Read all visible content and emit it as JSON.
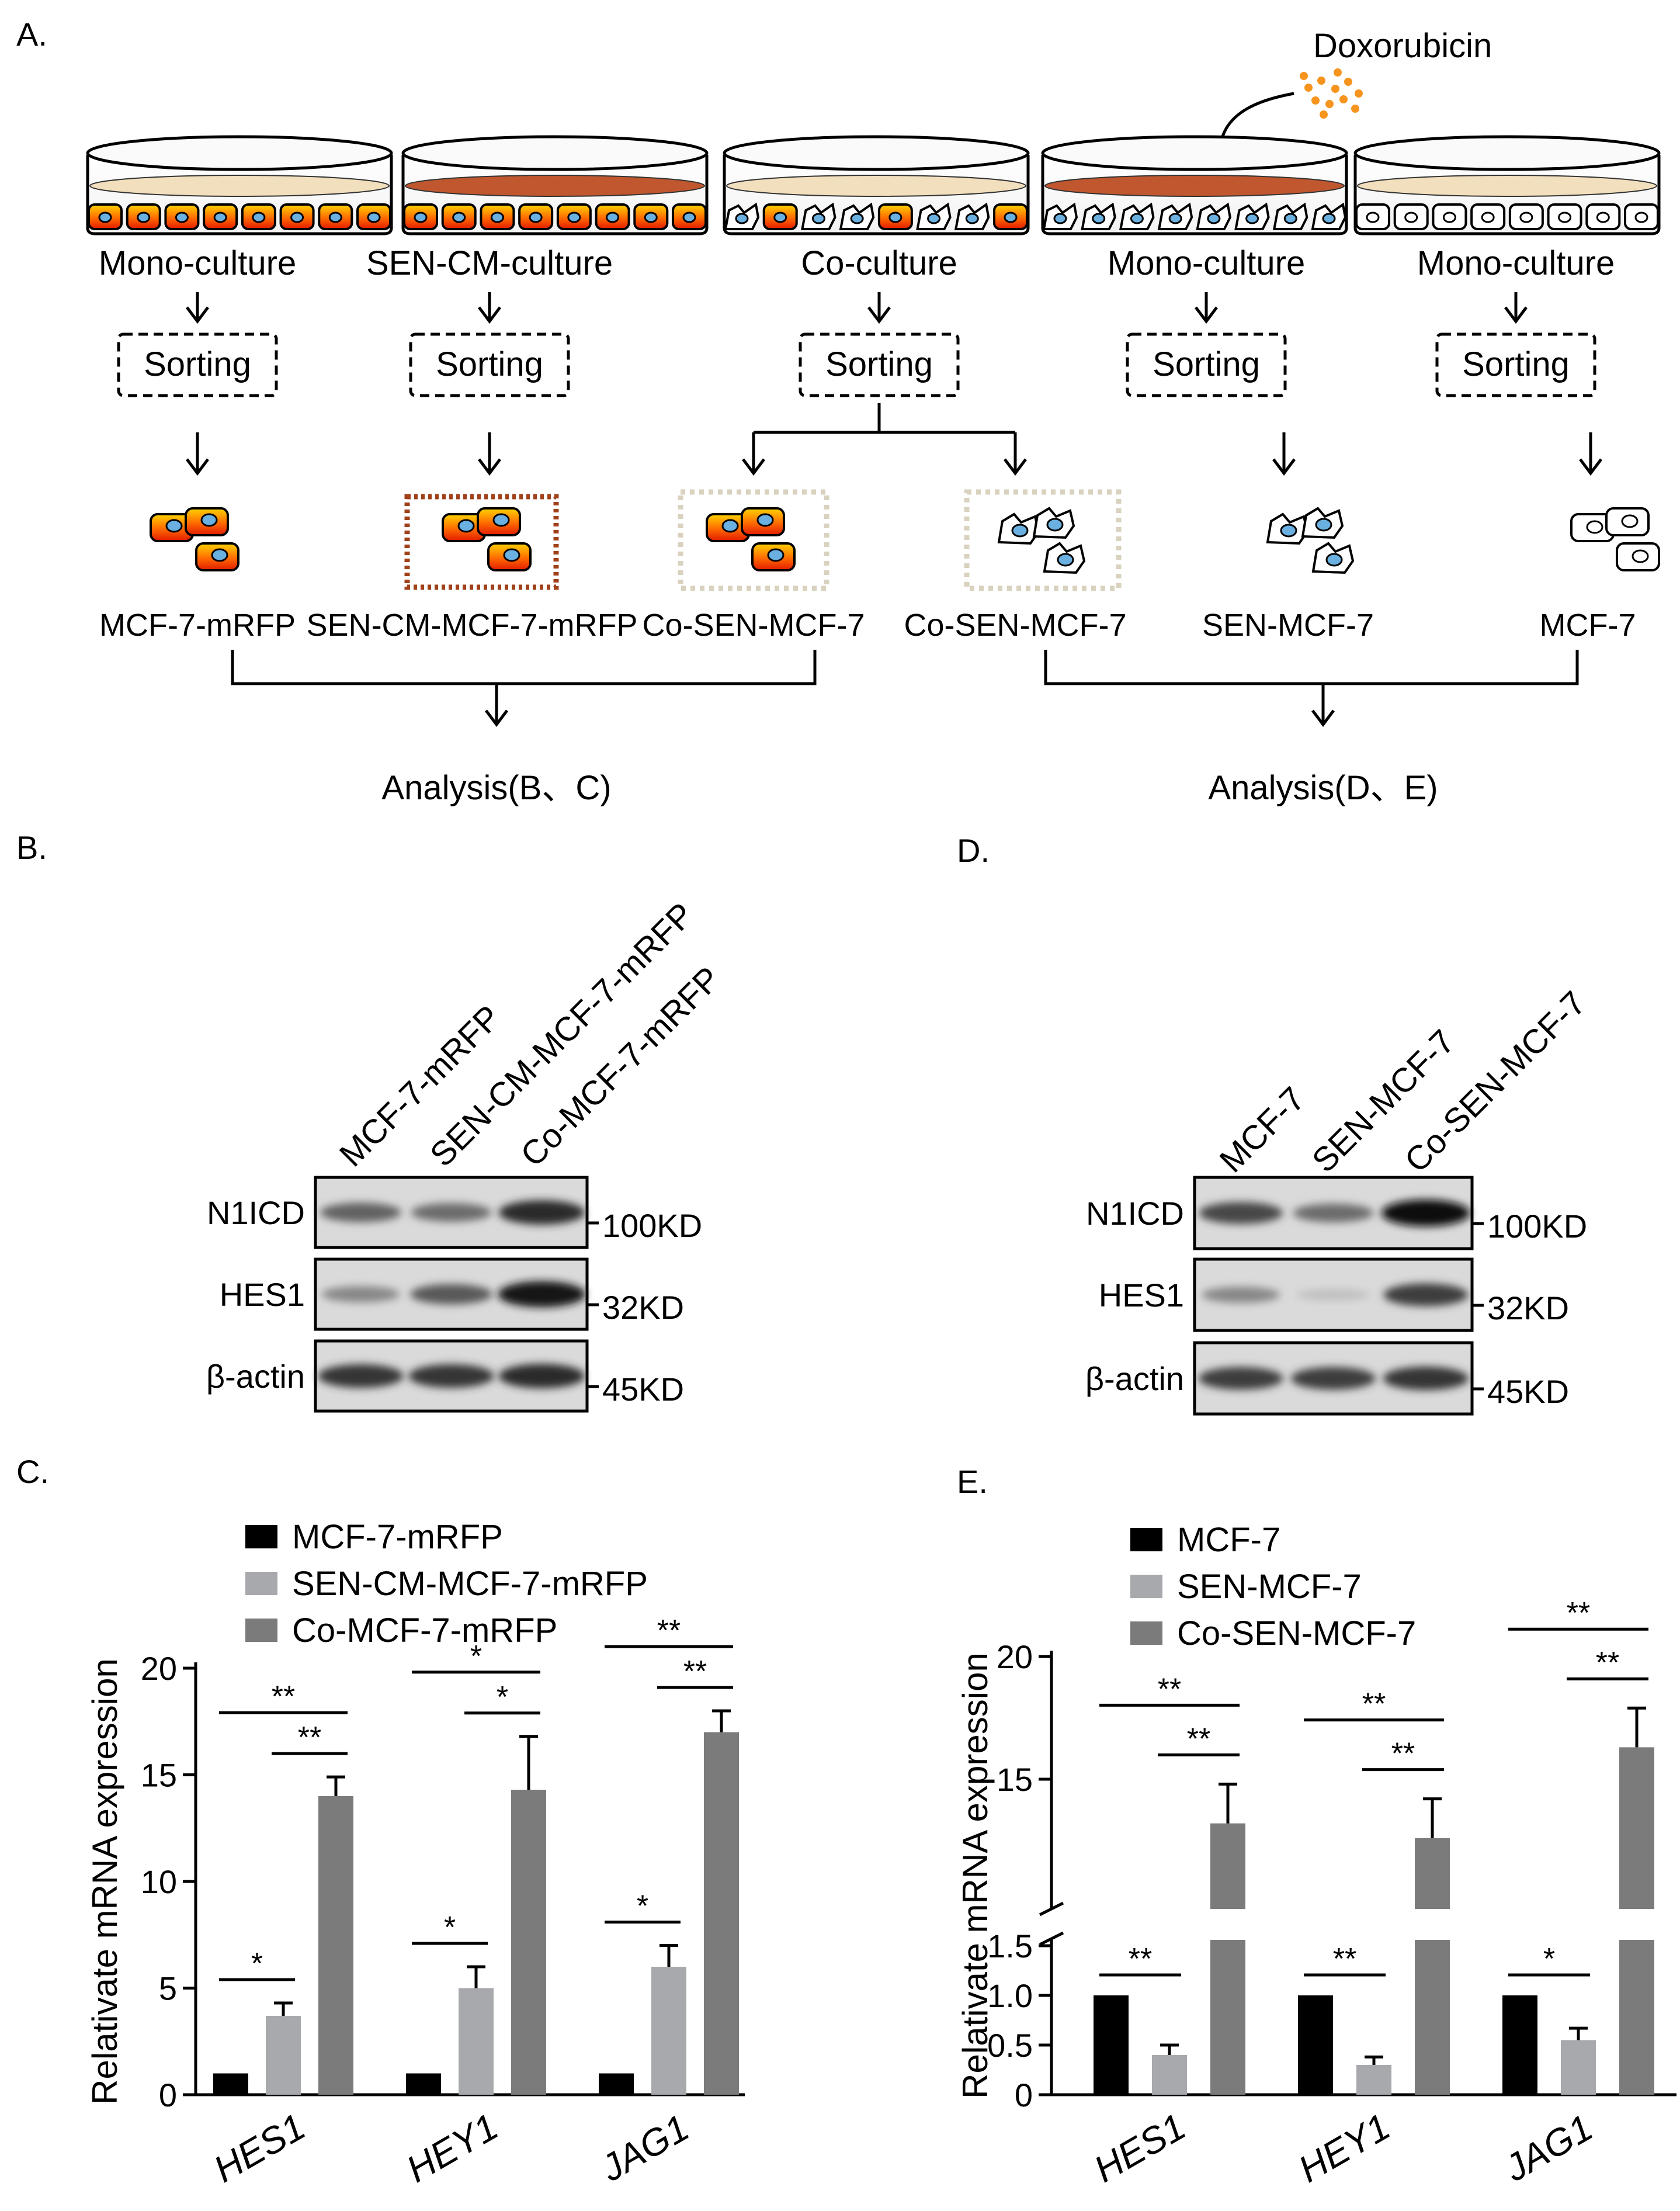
{
  "panel_a": {
    "label": "A.",
    "drug": "Doxorubicin",
    "dish_labels": [
      "Mono-culture",
      "SEN-CM-culture",
      "Co-culture",
      "Mono-culture",
      "Mono-culture"
    ],
    "sorting": "Sorting",
    "cell_labels": [
      "MCF-7-mRFP",
      "SEN-CM-MCF-7-mRFP",
      "Co-SEN-MCF-7",
      "Co-SEN-MCF-7",
      "SEN-MCF-7",
      "MCF-7"
    ],
    "analysis_left": "Analysis(B、C)",
    "analysis_right": "Analysis(D、E)"
  },
  "panel_b": {
    "label": "B.",
    "lanes": [
      "MCF-7-mRFP",
      "SEN-CM-MCF-7-mRFP",
      "Co-MCF-7-mRFP"
    ],
    "rows": [
      {
        "name": "N1ICD",
        "size": "100KD"
      },
      {
        "name": "HES1",
        "size": "32KD"
      },
      {
        "name": "β-actin",
        "size": "45KD"
      }
    ]
  },
  "panel_d": {
    "label": "D.",
    "lanes": [
      "MCF-7",
      "SEN-MCF-7",
      "Co-SEN-MCF-7"
    ],
    "rows": [
      {
        "name": "N1ICD",
        "size": "100KD"
      },
      {
        "name": "HES1",
        "size": "32KD"
      },
      {
        "name": "β-actin",
        "size": "45KD"
      }
    ]
  },
  "colors": {
    "red_label": "#ee1c1c",
    "series_black": "#000000",
    "series_light": "#a7a9ac",
    "series_dark": "#7b7b7b",
    "cell_orange": "#ff6a00",
    "cell_blue": "#6ab0e0",
    "media_brown": "#c0572f",
    "media_cream": "#f2dfbd"
  },
  "chart_data": [
    {
      "panel_label": "C.",
      "type": "bar",
      "ylabel": "Relativate mRNA expression",
      "categories": [
        "HES1",
        "HEY1",
        "JAG1"
      ],
      "ylim": [
        0,
        20
      ],
      "yticks": [
        "0",
        "5",
        "10",
        "15",
        "20"
      ],
      "legend_position": "top-left",
      "series": [
        {
          "name": "MCF-7-mRFP",
          "values": [
            1,
            1,
            1
          ],
          "errors": [
            0,
            0,
            0
          ]
        },
        {
          "name": "SEN-CM-MCF-7-mRFP",
          "values": [
            3.7,
            5.0,
            6.0
          ],
          "errors": [
            0.6,
            1.0,
            1.0
          ]
        },
        {
          "name": "Co-MCF-7-mRFP",
          "values": [
            14.0,
            14.3,
            17.0
          ],
          "errors": [
            0.9,
            2.5,
            1.0
          ]
        }
      ],
      "significance": [
        {
          "category": 0,
          "pair": [
            0,
            1
          ],
          "mark": "*"
        },
        {
          "category": 0,
          "pair": [
            1,
            2
          ],
          "mark": "**"
        },
        {
          "category": 0,
          "pair": [
            0,
            2
          ],
          "mark": "**"
        },
        {
          "category": 1,
          "pair": [
            0,
            1
          ],
          "mark": "*"
        },
        {
          "category": 1,
          "pair": [
            1,
            2
          ],
          "mark": "*"
        },
        {
          "category": 1,
          "pair": [
            0,
            2
          ],
          "mark": "*"
        },
        {
          "category": 2,
          "pair": [
            0,
            1
          ],
          "mark": "*"
        },
        {
          "category": 2,
          "pair": [
            1,
            2
          ],
          "mark": "**"
        },
        {
          "category": 2,
          "pair": [
            0,
            2
          ],
          "mark": "**"
        }
      ]
    },
    {
      "panel_label": "E.",
      "type": "bar",
      "ylabel": "Relativate mRNA expression",
      "categories": [
        "HES1",
        "HEY1",
        "JAG1"
      ],
      "axis_break": true,
      "ylim_lower": [
        0,
        1.5
      ],
      "ylim_upper": [
        10,
        20
      ],
      "yticks_lower": [
        "0",
        "0.5",
        "1.0",
        "1.5"
      ],
      "yticks_upper": [
        "15",
        "20"
      ],
      "legend_position": "top-left",
      "series": [
        {
          "name": "MCF-7",
          "values": [
            1,
            1,
            1
          ],
          "errors": [
            0,
            0,
            0
          ]
        },
        {
          "name": "SEN-MCF-7",
          "values": [
            0.4,
            0.3,
            0.55
          ],
          "errors": [
            0.1,
            0.08,
            0.12
          ]
        },
        {
          "name": "Co-SEN-MCF-7",
          "values": [
            13.2,
            12.6,
            16.3
          ],
          "errors": [
            1.6,
            1.6,
            1.6
          ]
        }
      ],
      "significance": [
        {
          "category": 0,
          "pair": [
            0,
            1
          ],
          "mark": "**"
        },
        {
          "category": 0,
          "pair": [
            1,
            2
          ],
          "mark": "**"
        },
        {
          "category": 0,
          "pair": [
            0,
            2
          ],
          "mark": "**"
        },
        {
          "category": 1,
          "pair": [
            0,
            1
          ],
          "mark": "**"
        },
        {
          "category": 1,
          "pair": [
            1,
            2
          ],
          "mark": "**"
        },
        {
          "category": 1,
          "pair": [
            0,
            2
          ],
          "mark": "**"
        },
        {
          "category": 2,
          "pair": [
            0,
            1
          ],
          "mark": "*"
        },
        {
          "category": 2,
          "pair": [
            1,
            2
          ],
          "mark": "**"
        },
        {
          "category": 2,
          "pair": [
            0,
            2
          ],
          "mark": "**"
        }
      ]
    }
  ]
}
